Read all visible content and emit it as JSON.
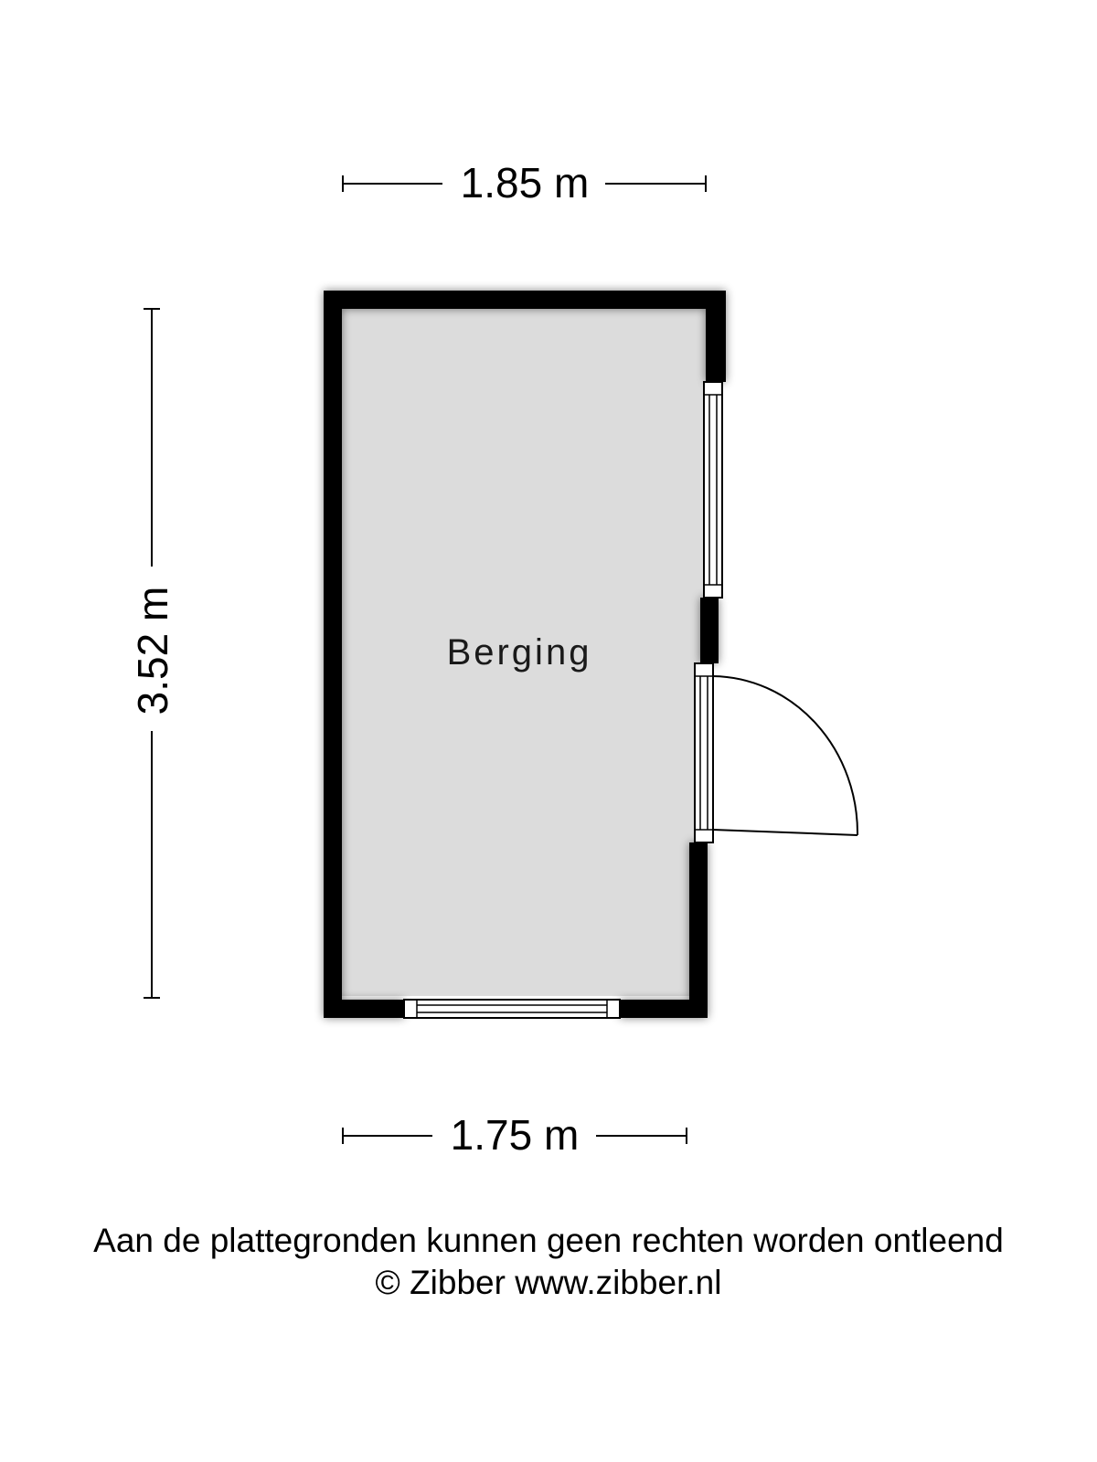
{
  "dimensions": {
    "top_width": "1.85 m",
    "left_height": "3.52 m",
    "bottom_width": "1.75 m"
  },
  "room": {
    "name": "Berging",
    "floor_color": "#dcdcdc",
    "wall_color": "#000000"
  },
  "footer": {
    "disclaimer": "Aan de plattegronden kunnen geen rechten worden ontleend",
    "copyright": "© Zibber www.zibber.nl"
  }
}
